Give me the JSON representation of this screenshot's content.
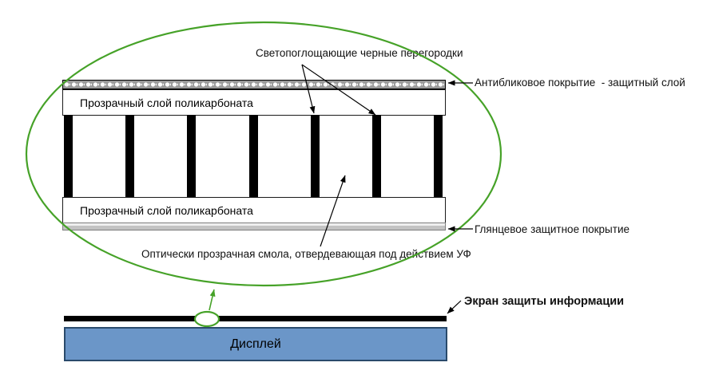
{
  "labels": {
    "partitions": "Светопоглощающие черные перегородки",
    "antiglare": "Антибликовое покрытие  - защитный слой",
    "polycarbonate_top": "Прозрачный слой поликарбоната",
    "polycarbonate_bottom": "Прозрачный слой поликарбоната",
    "glossy": "Глянцевое защитное покрытие",
    "resin": "Оптически прозрачная смола, отвердевающая под действием УФ",
    "screen": "Экран защиты информации",
    "display": "Дисплей"
  },
  "partitions": {
    "count": 7
  },
  "colors": {
    "callout_green": "#46a228",
    "partition_black": "#000000",
    "display_fill": "#6b96c8",
    "display_border": "#2a4a6b",
    "glossy_gray": "#c3c3c3",
    "antiglare_gray": "#9a9a9a"
  }
}
